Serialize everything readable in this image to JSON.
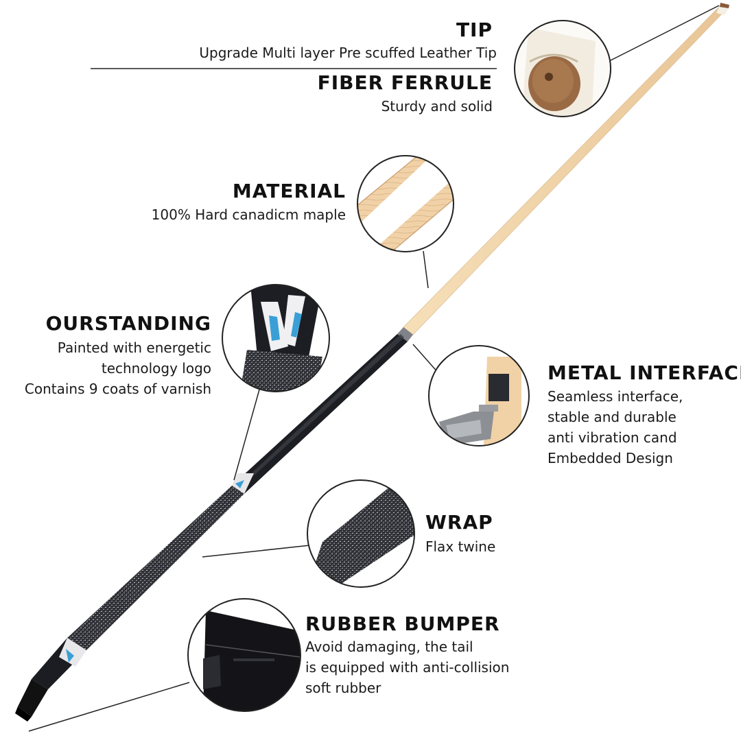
{
  "colors": {
    "maple": "#f0d2a6",
    "maple_dark": "#d9b384",
    "forearm": "#1c1d22",
    "wrap": "#3a3a3f",
    "inlay_blue": "#3a9fd6",
    "ferrule": "#f3efe6",
    "leather_tip": "#8a5a3a",
    "metal": "#8c8f94"
  },
  "features": {
    "tip": {
      "title": "TIP",
      "lines": [
        "Upgrade Multi layer Pre scuffed Leather Tip"
      ],
      "icon": "leather-tip-closeup-icon"
    },
    "ferrule": {
      "title": "FIBER FERRULE",
      "lines": [
        "Sturdy and solid"
      ]
    },
    "material": {
      "title": "MATERIAL",
      "lines": [
        "100% Hard canadicm maple"
      ],
      "icon": "maple-wood-closeup-icon"
    },
    "outstanding": {
      "title": "OURSTANDING",
      "lines": [
        "Painted with energetic",
        "technology logo",
        "Contains 9 coats of varnish"
      ],
      "icon": "inlay-design-closeup-icon"
    },
    "metal": {
      "title": "METAL INTERFACE",
      "lines": [
        "Seamless interface,",
        "stable and durable",
        "anti vibration cand",
        "Embedded Design"
      ],
      "icon": "metal-joint-closeup-icon"
    },
    "wrap": {
      "title": "WRAP",
      "lines": [
        "Flax twine"
      ],
      "icon": "linen-wrap-closeup-icon"
    },
    "bumper": {
      "title": "RUBBER BUMPER",
      "lines": [
        "Avoid damaging, the tail",
        "is equipped with anti-collision",
        "soft rubber"
      ],
      "icon": "rubber-bumper-closeup-icon"
    }
  }
}
